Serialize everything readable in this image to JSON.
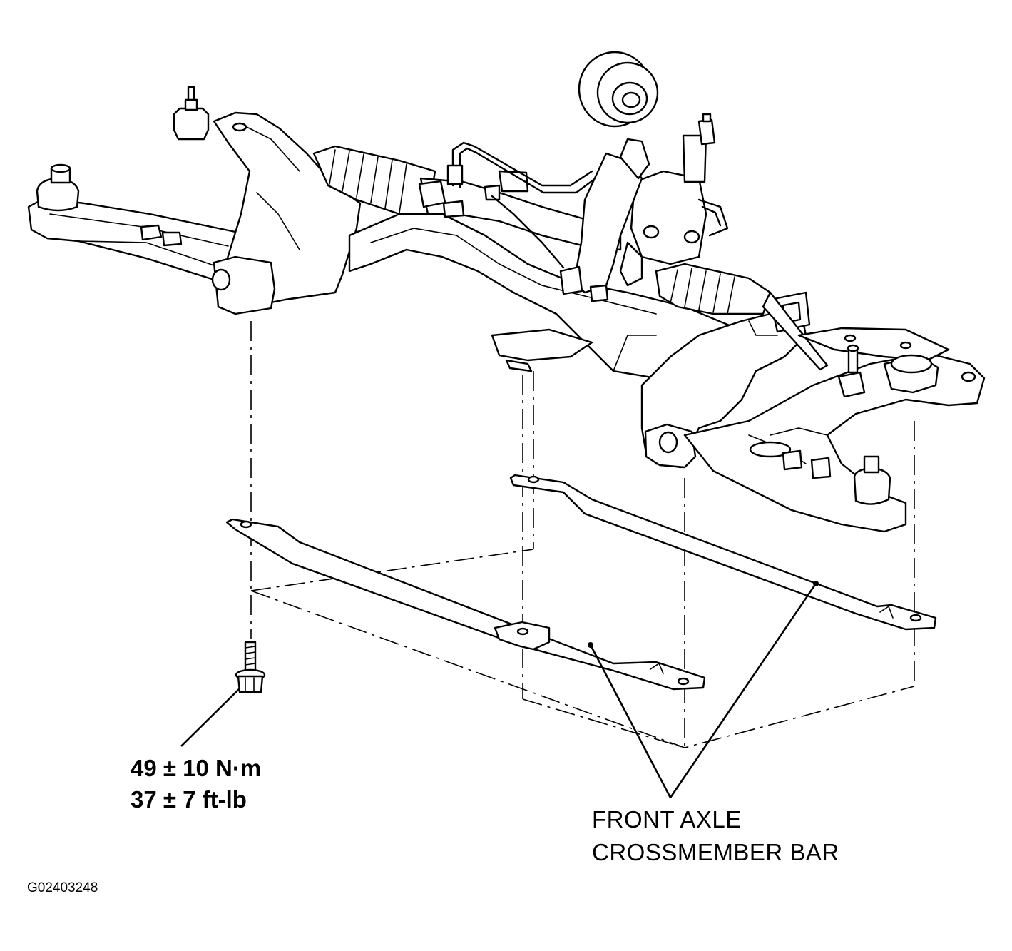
{
  "diagram": {
    "torque": {
      "metric": "49 ± 10 N·m",
      "imperial": "37 ± 7 ft-lb"
    },
    "part_label": {
      "line1": "FRONT AXLE",
      "line2": "CROSSMEMBER BAR"
    },
    "figure_id": "G02403248"
  }
}
